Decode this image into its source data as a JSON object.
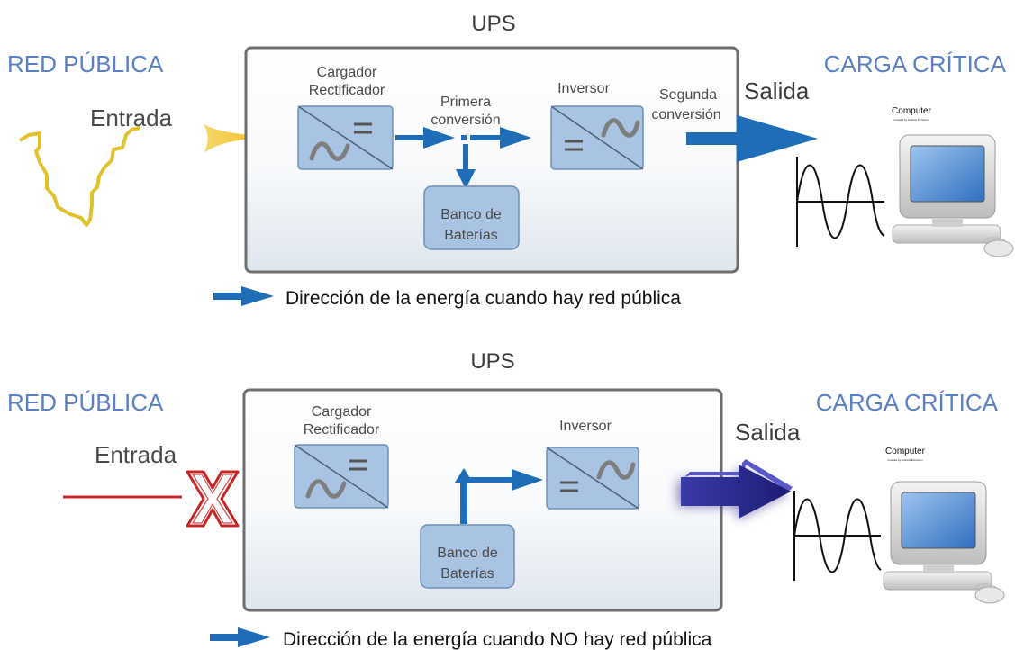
{
  "top": {
    "ups_title": "UPS",
    "grid_label": "RED PÚBLICA",
    "input_label": "Entrada",
    "charger_line1": "Cargador",
    "charger_line2": "Rectificador",
    "first_conv_line1": "Primera",
    "first_conv_line2": "conversión",
    "inverter_label": "Inversor",
    "second_conv_line1": "Segunda",
    "second_conv_line2": "conversión",
    "battery_line1": "Banco de",
    "battery_line2": "Baterías",
    "output_label": "Salida",
    "load_label": "CARGA CRÍTICA",
    "computer_label": "Computer",
    "computer_sublabel": "Created by Andrew Fitzsimon",
    "legend_text": "Dirección de la energía cuando hay red pública"
  },
  "bottom": {
    "ups_title": "UPS",
    "grid_label": "RED PÚBLICA",
    "input_label": "Entrada",
    "charger_line1": "Cargador",
    "charger_line2": "Rectificador",
    "inverter_label": "Inversor",
    "battery_line1": "Banco de",
    "battery_line2": "Baterías",
    "output_label": "Salida",
    "load_label": "CARGA CRÍTICA",
    "computer_label": "Computer",
    "computer_sublabel": "Created by Andrew Fitzsimon",
    "legend_text": "Dirección de la energía cuando NO hay red pública"
  },
  "colors": {
    "heading_blue": "#5b7fc4",
    "arrow_blue": "#1f6db6",
    "converter_fill": "#a9c3e3",
    "input_wave_yellow": "#e1c22e",
    "input_arrow_yellow": "#f2c531",
    "fault_red": "#c62828",
    "output_arrow_navy": "#2a2a8c"
  },
  "icons": [
    "ac-dc-converter-icon",
    "dc-ac-inverter-icon",
    "computer-icon",
    "sine-wave-icon",
    "fault-x-icon",
    "distorted-wave-icon"
  ]
}
